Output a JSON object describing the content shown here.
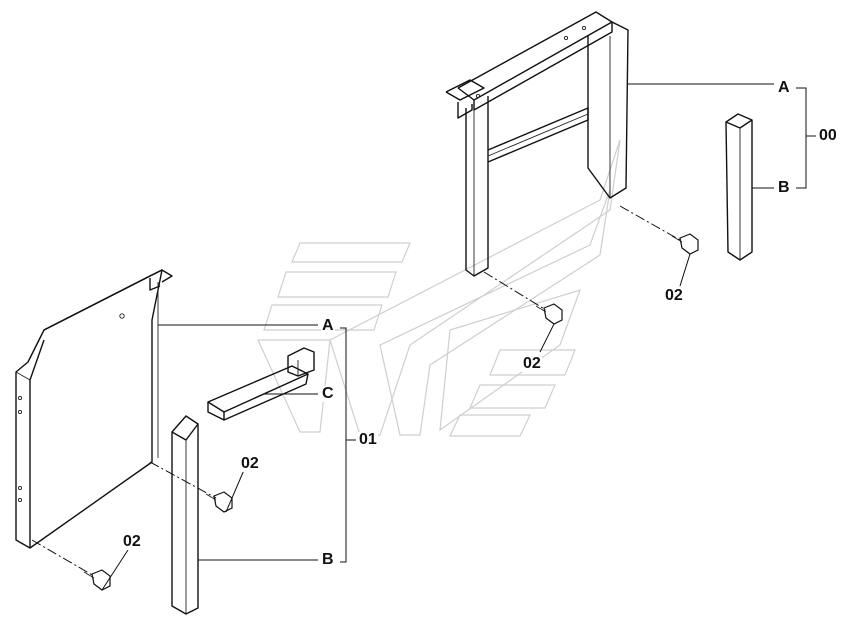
{
  "callouts": {
    "A_upper": "A",
    "B_upper": "B",
    "assembly_00": "00",
    "A_lower": "A",
    "B_lower": "B",
    "C": "C",
    "assembly_01": "01",
    "bolt_1": "02",
    "bolt_2": "02",
    "bolt_3": "02",
    "bolt_4": "02"
  },
  "colors": {
    "line": "#111111",
    "watermark": "#cfcfcf",
    "background": "#ffffff"
  },
  "icons": {
    "bolt": "hex-bolt-icon"
  }
}
